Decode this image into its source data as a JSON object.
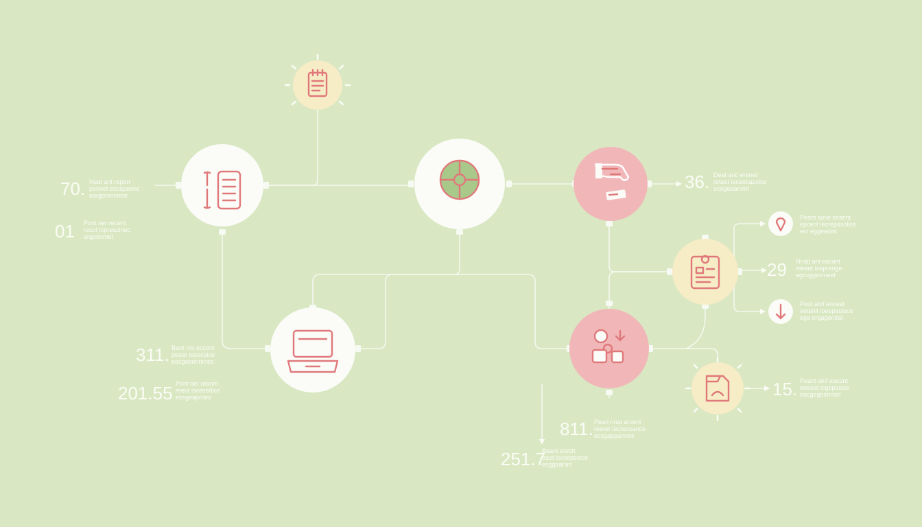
{
  "colors": {
    "background": "#d9e8c3",
    "node_white": "#fbfcf8",
    "node_pink": "#f1b7b8",
    "node_cream": "#f6ecc6",
    "icon_stroke": "#e0787a",
    "connector": "#f4f8ee",
    "label_text": "#fbfcf5"
  },
  "nodes": [
    {
      "id": "checklist",
      "icon": "checklist-icon",
      "style": "cream"
    },
    {
      "id": "document",
      "icon": "document-icon",
      "style": "white"
    },
    {
      "id": "hub",
      "icon": "hub-icon",
      "style": "white"
    },
    {
      "id": "handshake",
      "icon": "hand-card-icon",
      "style": "pink"
    },
    {
      "id": "laptop",
      "icon": "laptop-icon",
      "style": "white"
    },
    {
      "id": "badge",
      "icon": "badge-icon",
      "style": "cream"
    },
    {
      "id": "people",
      "icon": "people-icon",
      "style": "pink"
    },
    {
      "id": "box",
      "icon": "box-icon",
      "style": "cream"
    },
    {
      "id": "pin",
      "icon": "pin-icon",
      "style": "white-small"
    },
    {
      "id": "download",
      "icon": "download-icon",
      "style": "white-small"
    }
  ],
  "labels": [
    {
      "id": "l70",
      "number": "70.",
      "lines": [
        "Neat ant report",
        "ponnet escapeenc",
        "eargonmment"
      ]
    },
    {
      "id": "l01",
      "number": "01",
      "lines": [
        "Pont ner recent",
        "recot ioprescinec",
        "argoenmet"
      ]
    },
    {
      "id": "l36",
      "number": "36.",
      "lines": [
        "Deat anc erenet",
        "reteet ieceocaoxice",
        "ecogeaammt"
      ]
    },
    {
      "id": "lpin",
      "number": "",
      "lines": [
        "Peant ainie ecsent",
        "epcent iecrepasolice",
        "ecr eggeanist"
      ]
    },
    {
      "id": "l29",
      "number": "29",
      "lines": [
        "Nnait ani eacant",
        "eteant ioaprenge",
        "egroggenmeet"
      ]
    },
    {
      "id": "ldown",
      "number": "",
      "lines": [
        "Pout ainf enceat",
        "eetenit ioeepasioce",
        "ega ergagentiat"
      ]
    },
    {
      "id": "l311",
      "number": "311.",
      "lines": [
        "Bant nnt eccont",
        "peeer iecespice",
        "eecgopennmes"
      ]
    },
    {
      "id": "l201",
      "number": "201.55",
      "lines": [
        "Pont ner reaont",
        "reeot iscecedice",
        "ecsgeaprnes"
      ]
    },
    {
      "id": "l15",
      "number": "15.",
      "lines": [
        "Peant ainf eacant",
        "eeeeat icgepasice",
        "eacgegoenmer"
      ]
    },
    {
      "id": "l811",
      "number": "811.",
      "lines": [
        "Pearl nnat arcent",
        "reerer iecreosance",
        "ecsgappannes"
      ]
    },
    {
      "id": "l251",
      "number": "251.7",
      "lines": [
        "Beant erestt",
        "eaot icosepesice",
        "esggeanint"
      ]
    }
  ]
}
